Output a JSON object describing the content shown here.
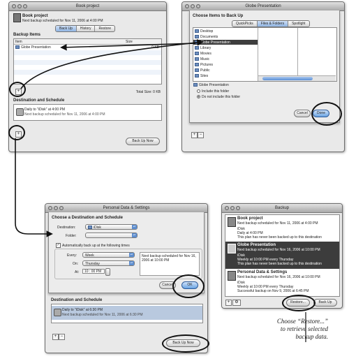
{
  "book_window": {
    "title": "Book project",
    "name": "Book project",
    "next_backup": "Next backup scheduled for Nov 11, 2006 at 4:00 PM",
    "tabs": [
      "Back Up",
      "History",
      "Restore"
    ],
    "backup_items_heading": "Backup Items",
    "col_item": "Item",
    "col_size": "Size",
    "item_name": "Globe Presentation",
    "item_size": "0 KB",
    "total_size": "Total Size: 0 KB",
    "dest_heading": "Destination and Schedule",
    "dest_line1": "Daily to \"iDisk\" at 4:00 PM",
    "dest_line2": "Next backup scheduled for Nov 11, 2006 at 4:00 PM",
    "add_label": "+",
    "backup_now": "Back Up Now"
  },
  "globe_window": {
    "title": "Globe Presentation",
    "heading": "Choose Items to Back Up",
    "tabs": [
      "QuickPicks",
      "Files & Folders",
      "Spotlight"
    ],
    "col1": [
      "Desktop",
      "Documents",
      "Globe Presentation",
      "Library",
      "Movies",
      "Music",
      "Pictures",
      "Public",
      "Sites"
    ],
    "selected_name": "Globe Presentation",
    "include_label": "Include this folder",
    "exclude_label": "Do not include this folder",
    "cancel": "Cancel",
    "done": "Done",
    "add": "+",
    "remove": "−"
  },
  "personal_window": {
    "title": "Personal Data & Settings",
    "heading": "Choose a Destination and Schedule",
    "dest_label": "Destination:",
    "dest_value": "iDisk",
    "folder_label": "Folder:",
    "auto_label": "Automatically back up at the following times",
    "every_label": "Every:",
    "every_value": "Week",
    "on_label": "On:",
    "on_value": "Thursday",
    "at_label": "At:",
    "at_value": "10 : 00 PM",
    "next_info": "Next backup scheduled for Nov 16, 2006 at 10:00 PM",
    "cancel": "Cancel",
    "ok": "OK",
    "dest_heading": "Destination and Schedule",
    "dest_line1": "Daily to \"iDisk\" at 6:30 PM",
    "dest_line2": "Next backup scheduled for Nov 11, 2006 at 6:30 PM",
    "add": "+",
    "remove": "−",
    "backup_now": "Back Up Now"
  },
  "backup_window": {
    "title": "Backup",
    "plans": [
      {
        "name": "Book project",
        "line1": "Next backup scheduled for Nov 11, 2006 at 4:00 PM",
        "disk": "iDisk",
        "line2": "Daily at 4:00 PM",
        "line3": "This plan has never been backed up to this destination"
      },
      {
        "name": "Globe Presentation",
        "line1": "Next backup scheduled for Nov 16, 2006 at 10:00 PM",
        "disk": "iDisk",
        "line2": "Weekly at 10:00 PM every Thursday",
        "line3": "This plan has never been backed up to this destination"
      },
      {
        "name": "Personal Data & Settings",
        "line1": "Next backup scheduled for Nov 16, 2006 at 10:00 PM",
        "disk": "iDisk",
        "line2": "Weekly at 10:00 PM every Thursday",
        "line3": "Successful backup on Nov 9, 2006 at 6:45 PM"
      }
    ],
    "add": "+",
    "gear": "⚙",
    "restore": "Restore...",
    "backup": "Back Up"
  },
  "caption": {
    "l1": "Choose “Restore...”",
    "l2": "to retrieve selected",
    "l3": "backup data."
  }
}
